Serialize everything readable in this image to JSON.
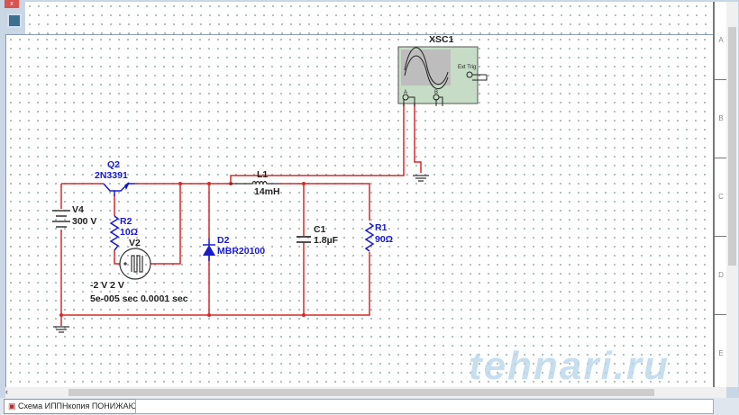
{
  "tab": {
    "label": "Схема ИППНкопия ПОНИЖАЮЩИЙ *"
  },
  "ruler": [
    "A",
    "B",
    "C",
    "D",
    "E"
  ],
  "components": {
    "q2": {
      "ref": "Q2",
      "value": "2N3391"
    },
    "v4": {
      "ref": "V4",
      "value": "300 V"
    },
    "r2": {
      "ref": "R2",
      "value": "10Ω"
    },
    "v2": {
      "ref": "V2",
      "levels": "-2 V 2 V",
      "timing": "5e-005 sec 0.0001 sec"
    },
    "d2": {
      "ref": "D2",
      "value": "MBR20100"
    },
    "l1": {
      "ref": "L1",
      "value": "14mH"
    },
    "c1": {
      "ref": "C1",
      "value": "1.8µF"
    },
    "r1": {
      "ref": "R1",
      "value": "90Ω"
    },
    "xsc1": {
      "ref": "XSC1",
      "ext_trig": "Ext Trig",
      "a": "A",
      "b": "B"
    }
  },
  "watermark": "tehnari.ru",
  "colors": {
    "wire": "#d62828",
    "component": "#1a1acc"
  }
}
